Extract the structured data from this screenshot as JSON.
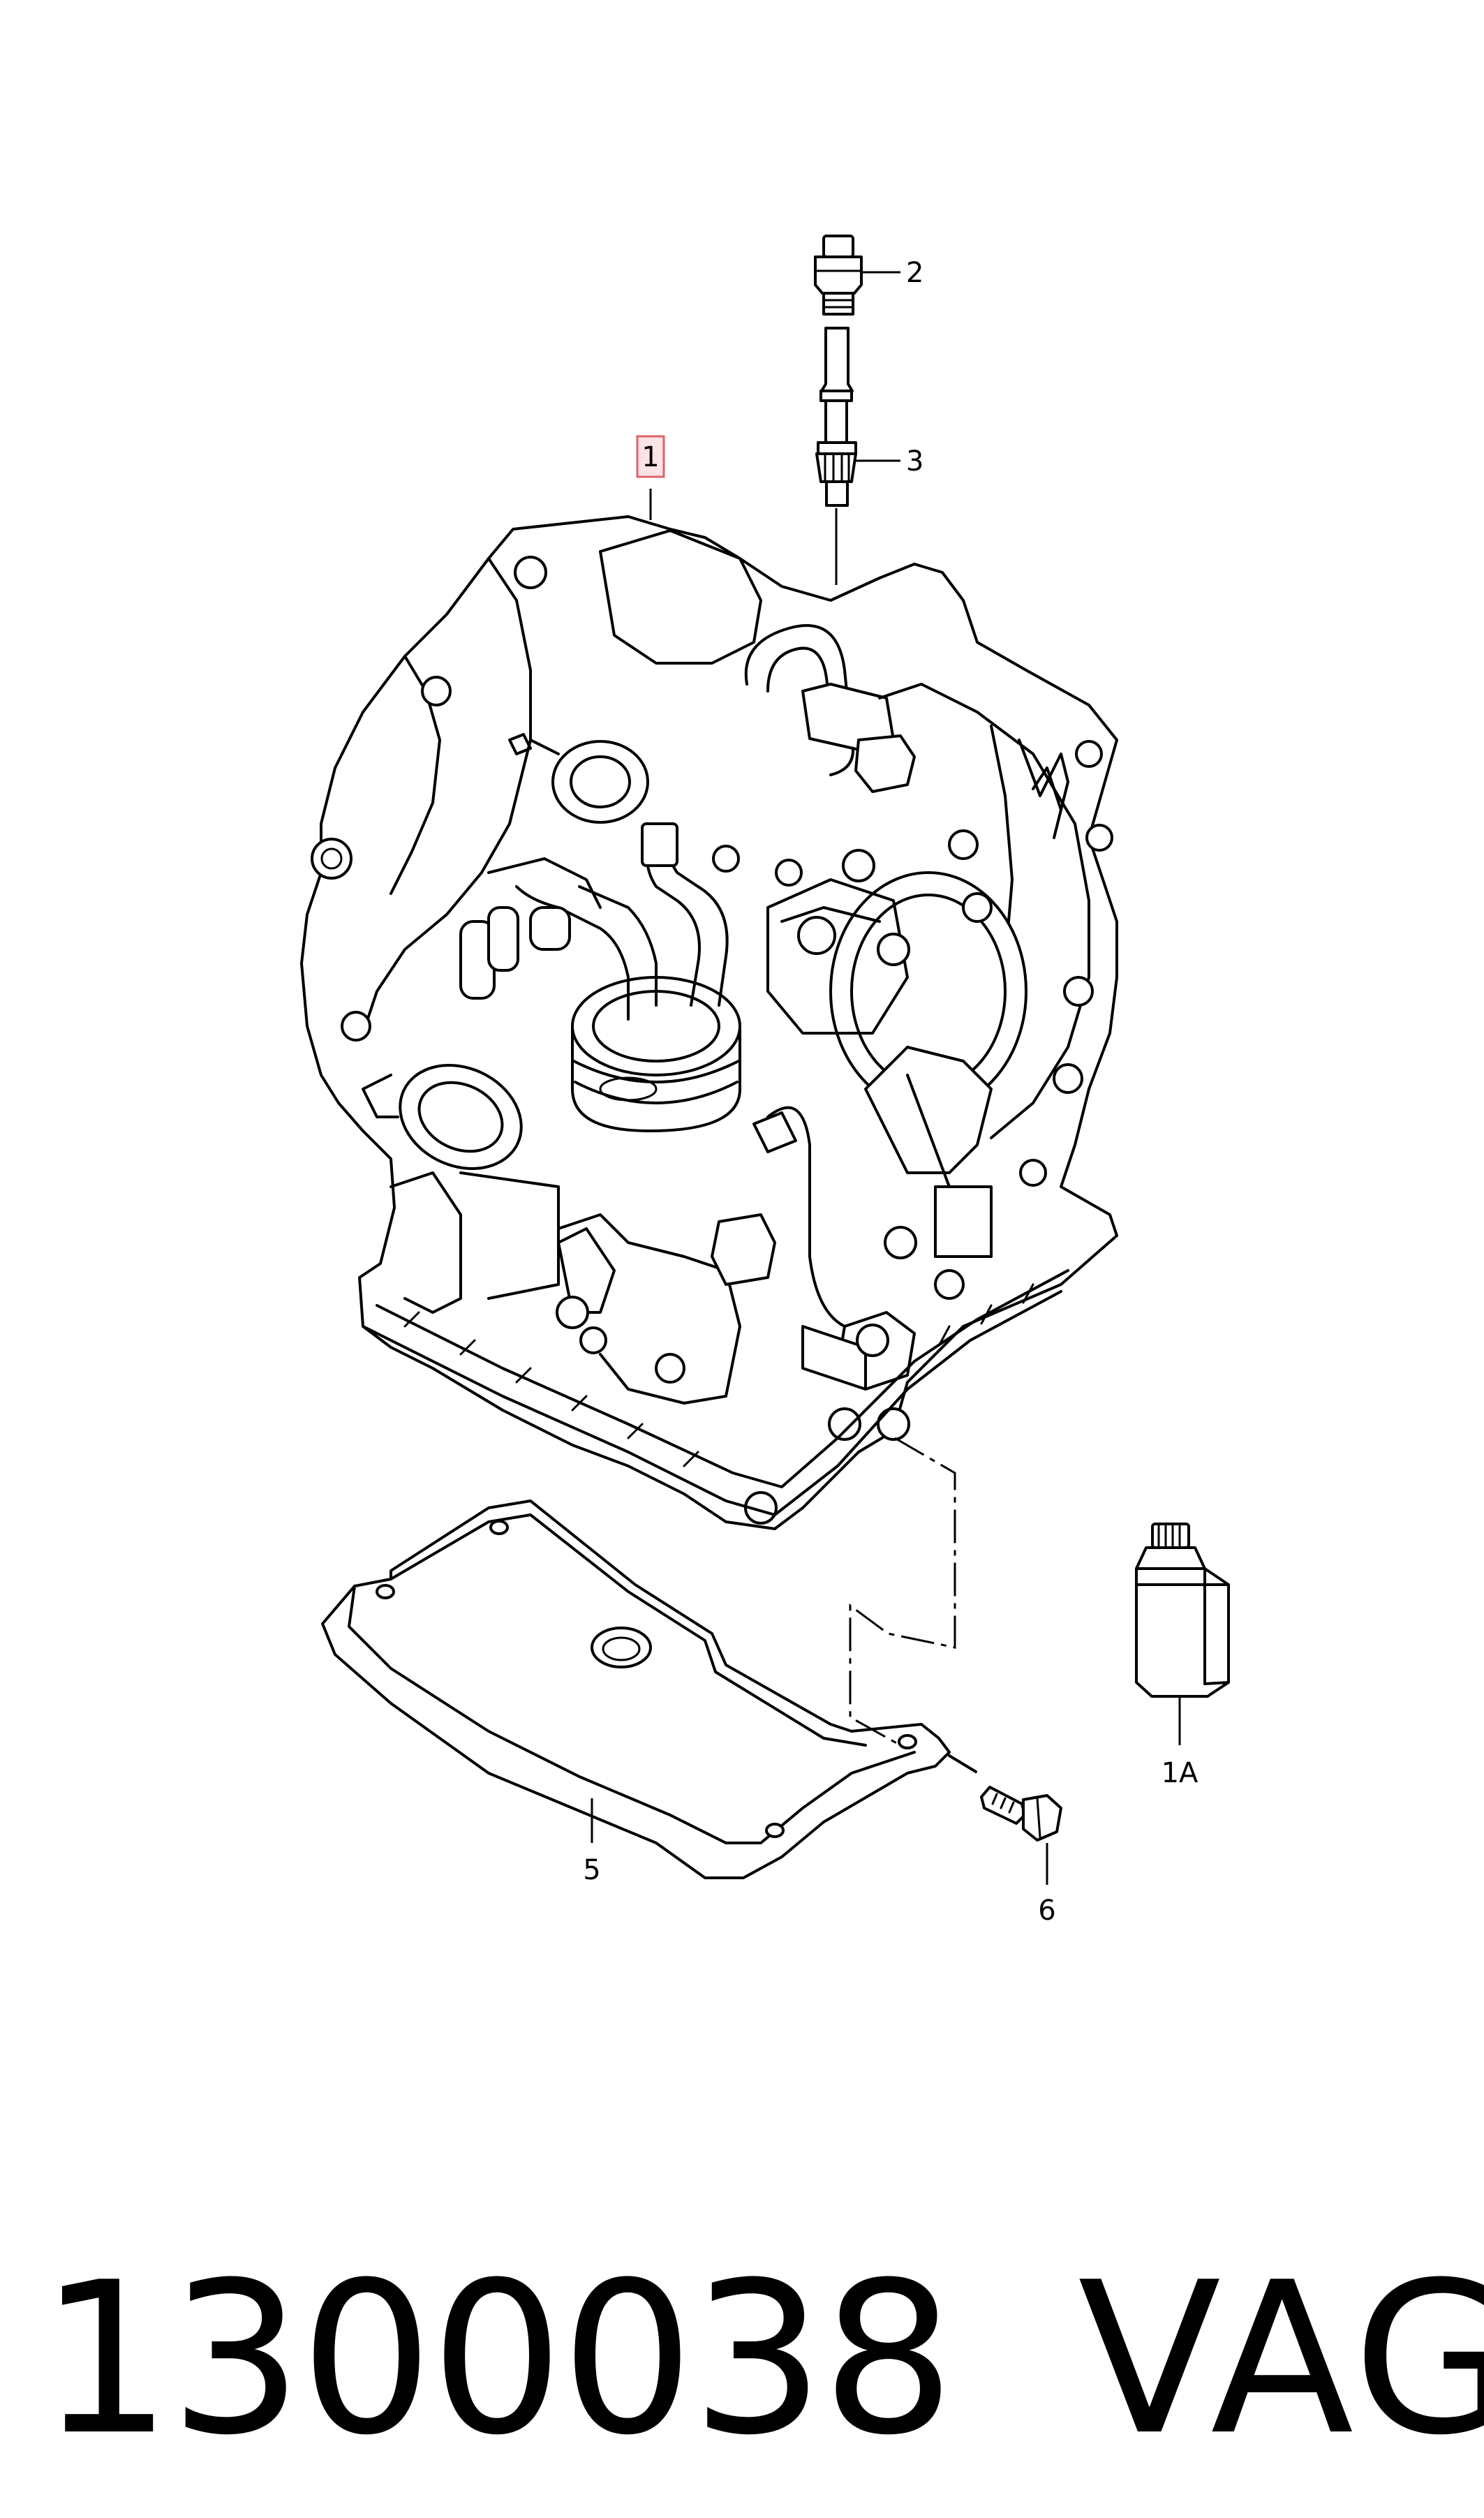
{
  "diagram": {
    "callouts": {
      "c1": "1",
      "c1a": "1A",
      "c2": "2",
      "c3": "3",
      "c5": "5",
      "c6": "6"
    },
    "highlight_color": "#e0606a",
    "highlight_fill": "#fbe3e6"
  },
  "footer": {
    "part_number": "1300038",
    "brand": "VAG"
  }
}
